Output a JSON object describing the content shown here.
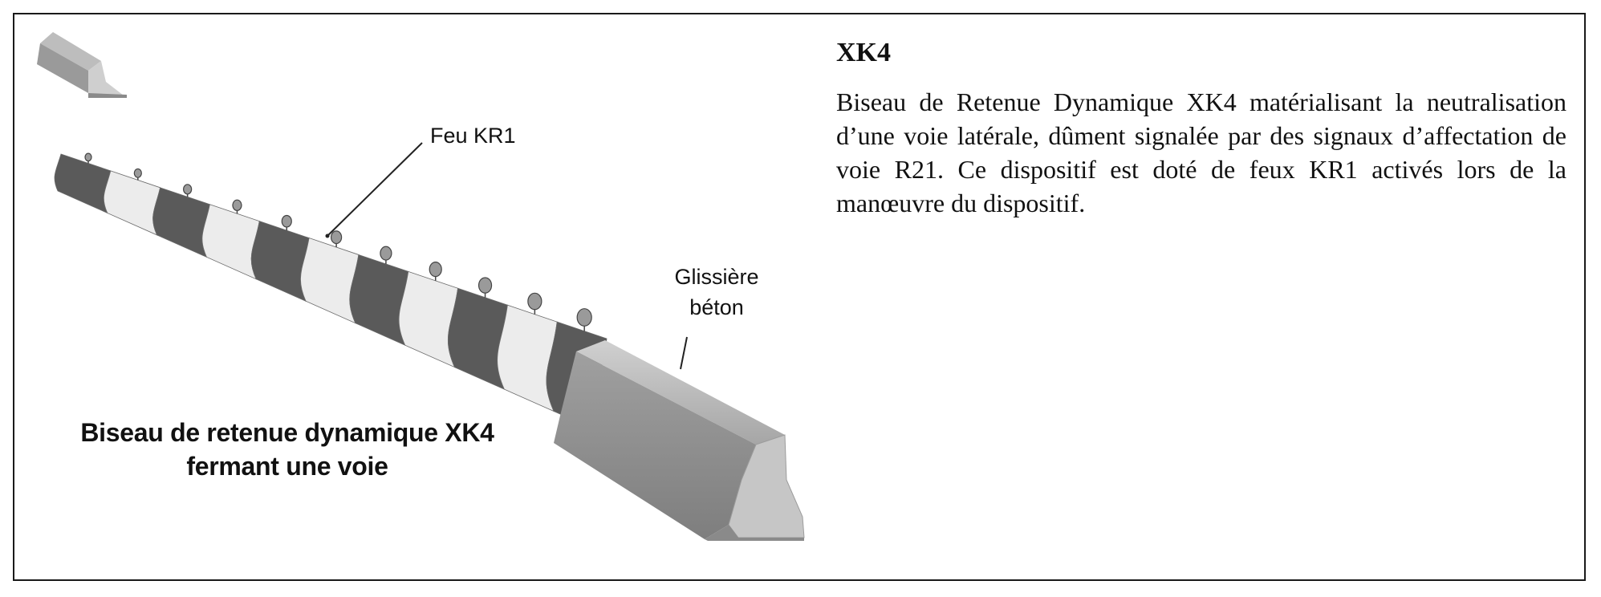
{
  "illustration": {
    "label_light": "Feu KR1",
    "label_barrier_line1": "Glissière",
    "label_barrier_line2": "béton",
    "caption_line1": "Biseau de retenue dynamique XK4",
    "caption_line2": "fermant une voie"
  },
  "panel": {
    "title": "XK4",
    "body": "Biseau de Retenue Dynamique XK4 matérialisant la neutralisation d’une voie latérale, dûment signalée par des signaux d’affectation de voie R21. Ce dispositif est doté de feux KR1 activés lors de la manœuvre du dispositif."
  },
  "colors": {
    "segment_dark": "#5a5a5a",
    "segment_light": "#ececec",
    "barrier_top": "#b5b5b5",
    "barrier_face": "#8f8f8f",
    "barrier_end": "#c9c9c9",
    "lamp": "#9a9a9a"
  }
}
